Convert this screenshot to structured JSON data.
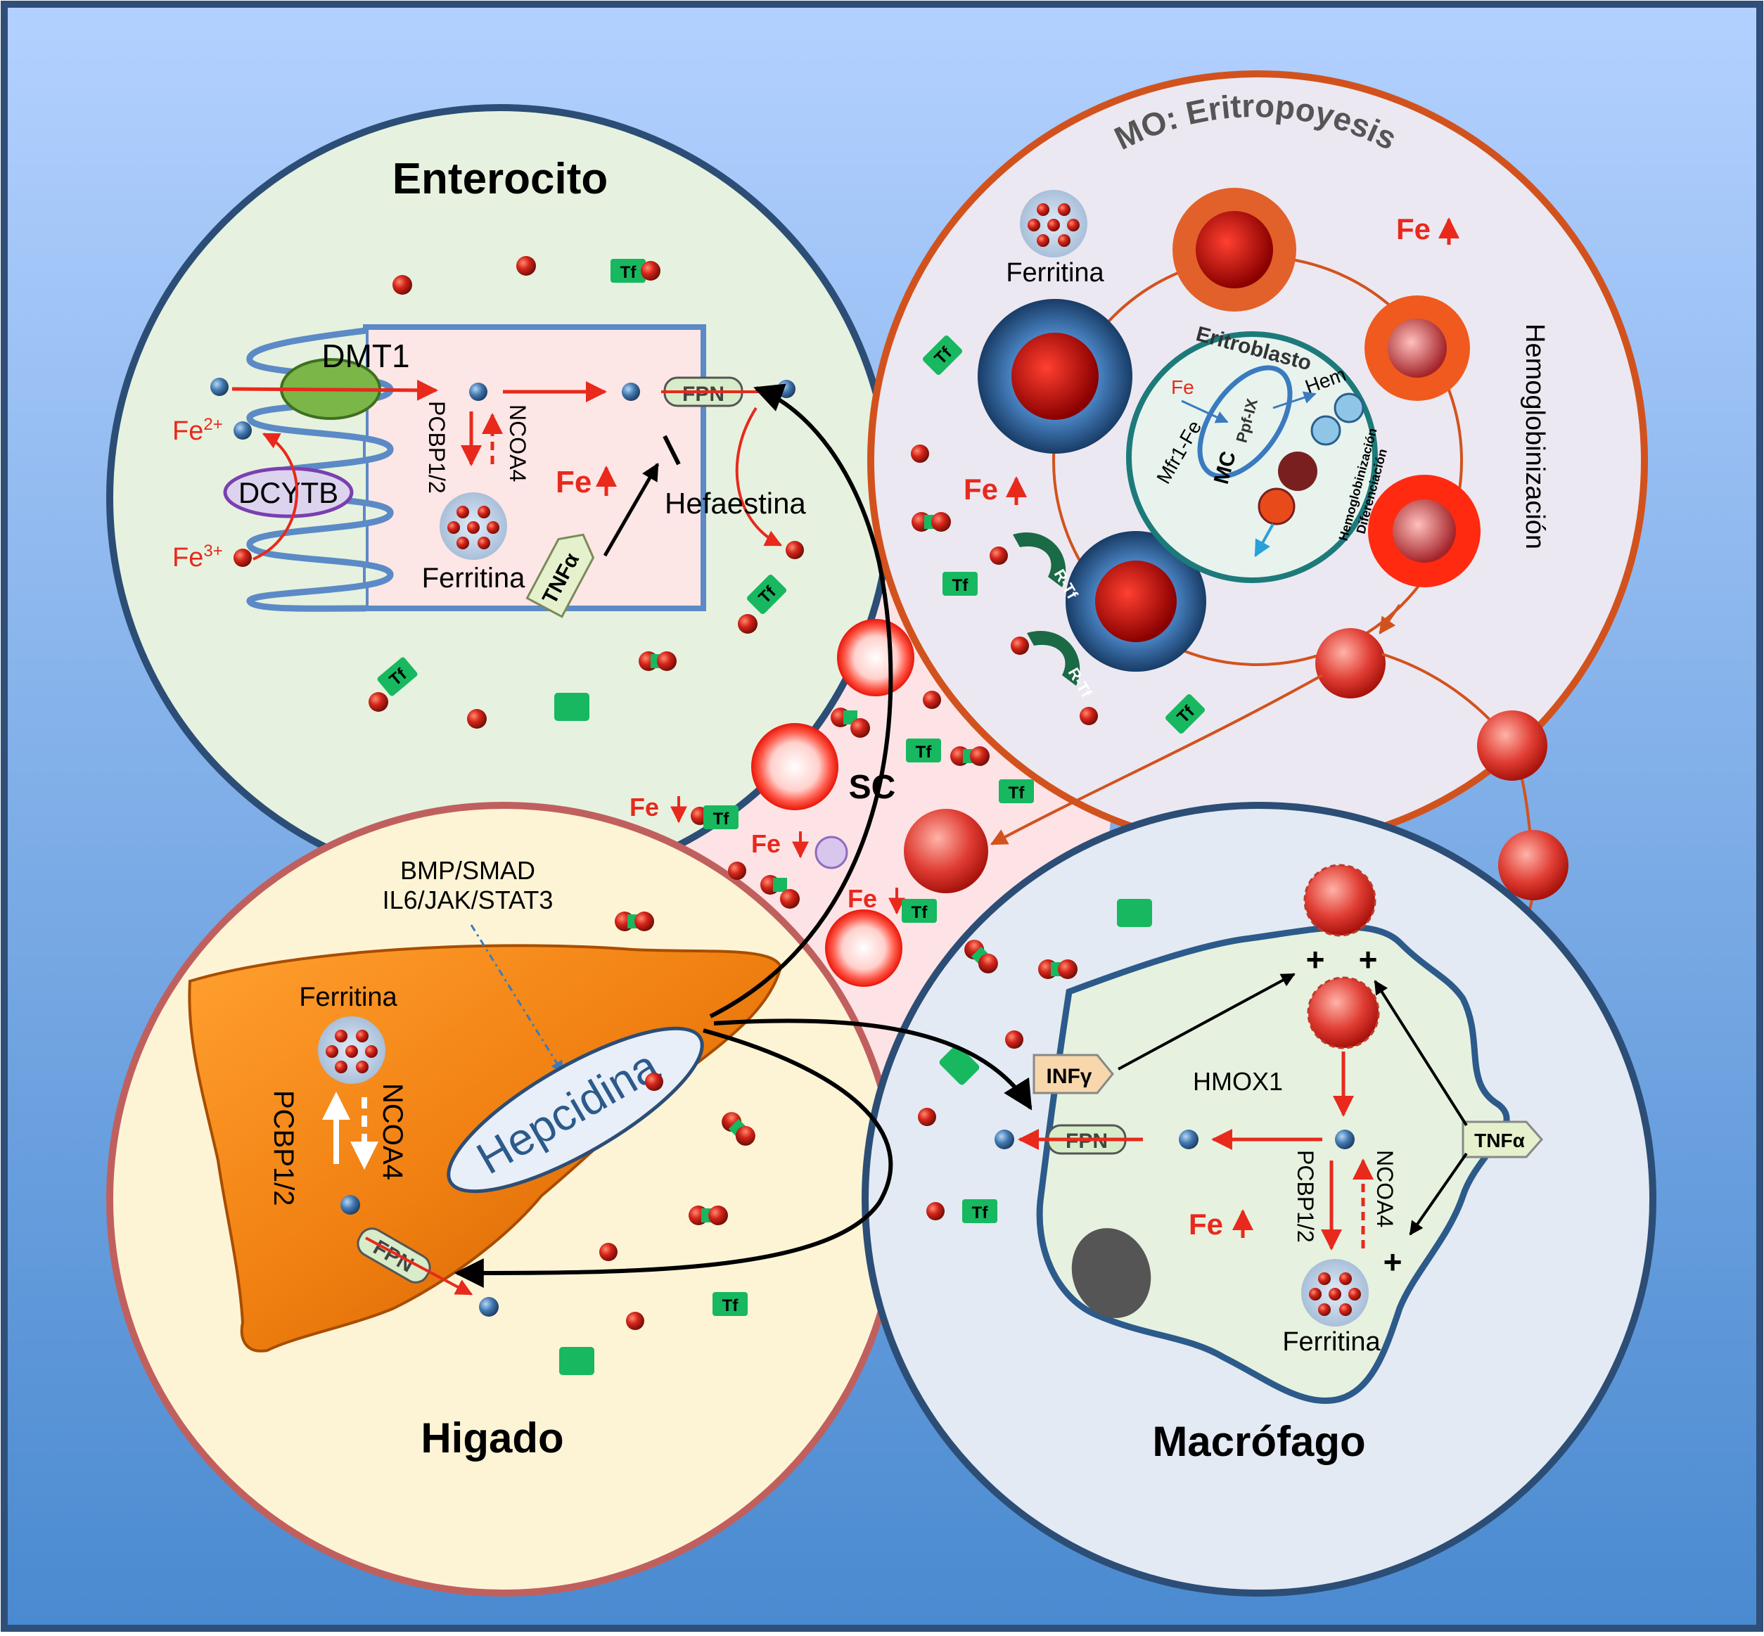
{
  "colors": {
    "frame_top": "#aacbff",
    "frame_bottom": "#4f8fd3",
    "iron_red": "#c81e10",
    "iron_blue": "#2f5a8a",
    "tf_green": "#17b85f",
    "text_red": "#e8291c",
    "arrow_black": "#000000",
    "enterocyte_bg": "#e6f2df",
    "mo_bg": "#ece8f1",
    "liver_bg": "#fdf4d6",
    "macrophage_bg": "#e3eaf3"
  },
  "enterocyte": {
    "title": "Enterocito",
    "dmt1": "DMT1",
    "dcytb": "DCYTB",
    "fe2": "Fe",
    "fe2_sup": "2+",
    "fe3": "Fe",
    "fe3_sup": "3+",
    "pcbp": "PCBP1/2",
    "ncoa4": "NCOA4",
    "ferritina": "Ferritina",
    "fpn": "FPN",
    "fe_up": "Fe",
    "hefaestina": "Hefaestina",
    "tnfa": "TNFα",
    "tf": "Tf"
  },
  "mo": {
    "title": "MO: Eritropoyesis",
    "ferritina": "Ferritina",
    "fe_up": "Fe",
    "hemoglobinizacion": "Hemoglobinización",
    "eritroblasto": "Eritroblasto",
    "fe": "Fe",
    "ppf": "Ppf-IX",
    "hem": "Hem",
    "mfr1": "Mfr1-Fe",
    "mc": "MC",
    "hemoglobinizacion_small": "Hemoglobinización",
    "diferenciacion": "Diferenciación",
    "rtf": "R-Tf",
    "fe_up2": "Fe",
    "tf": "Tf"
  },
  "center": {
    "sc": "SC",
    "fe_down1": "Fe",
    "fe_down2": "Fe",
    "fe_down3": "Fe",
    "tf": "Tf"
  },
  "liver": {
    "title": "Higado",
    "pathways_1": "BMP/SMAD",
    "pathways_2": "IL6/JAK/STAT3",
    "ferritina": "Ferritina",
    "pcbp": "PCBP1/2",
    "ncoa4": "NCOA4",
    "hepcidina": "Hepcidina",
    "fpn": "FPN",
    "tf": "Tf"
  },
  "macrophage": {
    "title": "Macrófago",
    "infg": "INFγ",
    "fpn": "FPN",
    "hmox1": "HMOX1",
    "tnfa": "TNFα",
    "pcbp": "PCBP1/2",
    "ncoa4": "NCOA4",
    "fe_up": "Fe",
    "ferritina": "Ferritina",
    "plus": "+",
    "tf": "Tf"
  }
}
